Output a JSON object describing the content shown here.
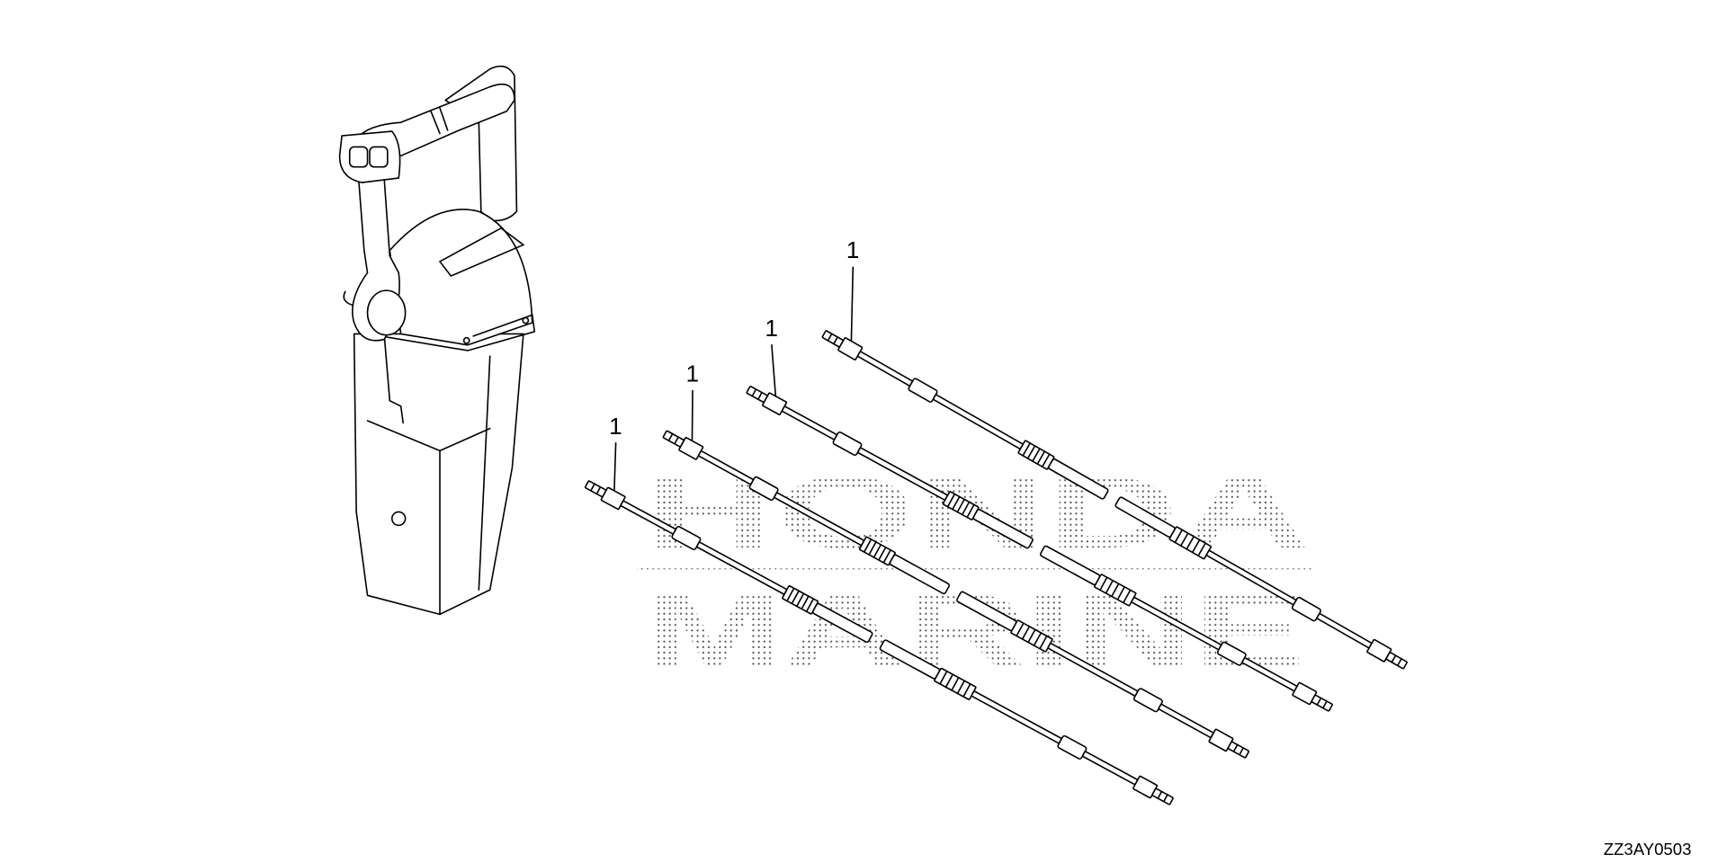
{
  "diagram": {
    "drawing_code": "ZZ3AY0503",
    "watermark": {
      "line1": "HONDA",
      "line2": "MARINE"
    },
    "parts": [
      {
        "name": "remote-control-box",
        "callout": ""
      },
      {
        "name": "control-cable",
        "callout": "1"
      },
      {
        "name": "control-cable",
        "callout": "1"
      },
      {
        "name": "control-cable",
        "callout": "1"
      },
      {
        "name": "control-cable",
        "callout": "1"
      }
    ]
  }
}
